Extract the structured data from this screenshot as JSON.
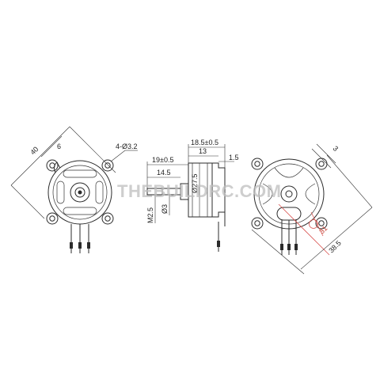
{
  "watermark": "THEBUILDRC.COM",
  "left_view": {
    "dim_overall": "40",
    "dim_ear": "6",
    "dim_holes": "4-Ø3.2"
  },
  "side_view": {
    "dim_total": "18.5±0.5",
    "dim_body": "13",
    "dim_shaft_len": "19±0.5",
    "dim_shaft_exposed": "14.5",
    "dim_flange": "1.5",
    "dim_diameter": "Ø27.5",
    "dim_shaft_dia": "Ø3",
    "dim_thread": "M2.5"
  },
  "right_view": {
    "dim_ear_width": "3",
    "dim_hole_spacing": "31",
    "dim_overall": "38.5"
  },
  "colors": {
    "line": "#2b2b2b",
    "dim_red": "#d9534f"
  }
}
